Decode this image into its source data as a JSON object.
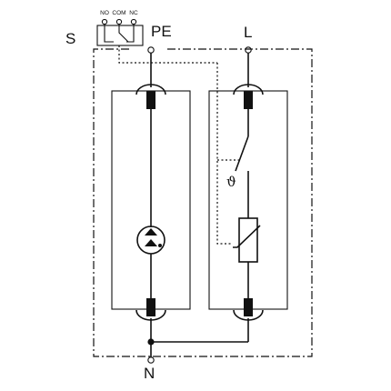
{
  "labels": {
    "signal": "S",
    "protective_earth": "PE",
    "line": "L",
    "neutral": "N",
    "contact_no": "NO",
    "contact_com": "COM",
    "contact_nc": "NC",
    "thermal_symbol": "ϑ"
  }
}
